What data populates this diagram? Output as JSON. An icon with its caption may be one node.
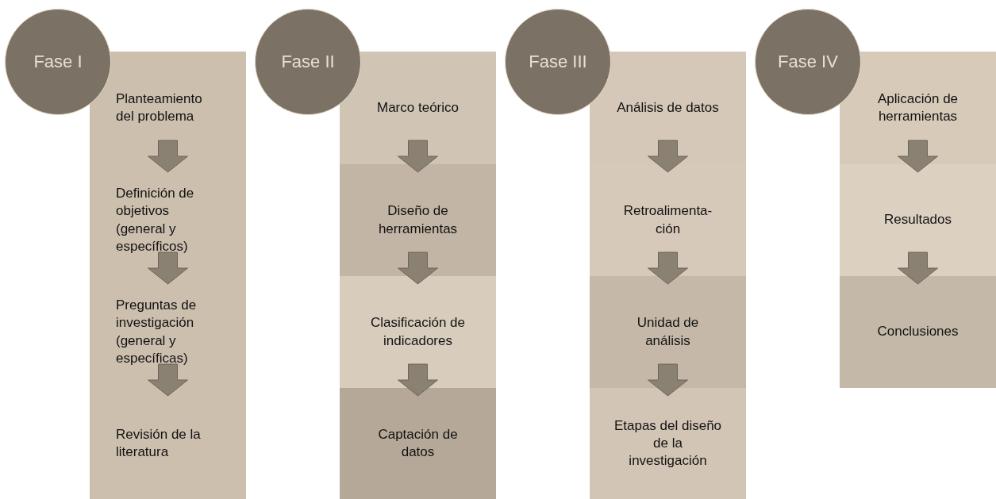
{
  "diagram": {
    "nodes": [
      {
        "text": [
          "Fase I"
        ]
      },
      {
        "text": [
          "Planteamiento del problema"
        ]
      },
      {
        "text": [
          "Definición de objetivos (general y específicos)"
        ]
      },
      {
        "text": [
          "Preguntas de investigación (general y específicas)"
        ]
      },
      {
        "text": [
          "Revisión de la literatura"
        ]
      },
      {
        "text": [
          "Fase II"
        ]
      },
      {
        "text": [
          "Marco teórico"
        ]
      },
      {
        "text": [
          "Diseño de herramientas"
        ]
      },
      {
        "text": [
          "Clasificación de indicadores"
        ]
      },
      {
        "text": [
          "Captación de datos"
        ]
      },
      {
        "text": [
          "Fase III"
        ]
      },
      {
        "text": [
          "Análisis de datos"
        ]
      },
      {
        "text": [
          "Retroalimenta- ción"
        ]
      },
      {
        "text": [
          "Unidad de análisis"
        ]
      },
      {
        "text": [
          "Etapas del diseño de la investigación"
        ]
      },
      {
        "text": [
          "Fase IV"
        ]
      },
      {
        "text": [
          "Aplicación de herramientas"
        ]
      },
      {
        "text": [
          "Resultados"
        ]
      },
      {
        "text": [
          "Conclusiones"
        ]
      }
    ],
    "edges": [
      {
        "from": 1,
        "to": 2,
        "arrow": "to",
        "style": "thick"
      },
      {
        "from": 2,
        "to": 3,
        "arrow": "to",
        "style": "thick"
      },
      {
        "from": 3,
        "to": 4,
        "arrow": "to",
        "style": "thick"
      },
      {
        "from": 6,
        "to": 7,
        "arrow": "to",
        "style": "thick"
      },
      {
        "from": 7,
        "to": 8,
        "arrow": "to",
        "style": "thick"
      },
      {
        "from": 8,
        "to": 9,
        "arrow": "to",
        "style": "thick"
      },
      {
        "from": 11,
        "to": 12,
        "arrow": "to",
        "style": "thick"
      },
      {
        "from": 12,
        "to": 13,
        "arrow": "to",
        "style": "thick"
      },
      {
        "from": 13,
        "to": 14,
        "arrow": "to",
        "style": "thick"
      },
      {
        "from": 16,
        "to": 17,
        "arrow": "to",
        "style": "thick"
      },
      {
        "from": 17,
        "to": 18,
        "arrow": "to",
        "style": "thick"
      }
    ]
  }
}
